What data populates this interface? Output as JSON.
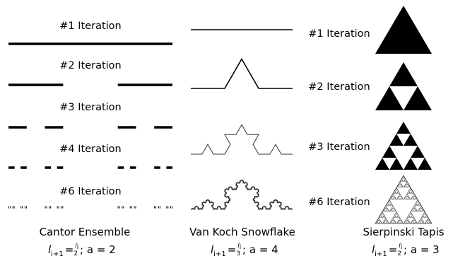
{
  "figure": {
    "columns": [
      {
        "name": "Cantor Ensemble",
        "formula": {
          "lhs": "l",
          "lhs_sub": "i+1",
          "eq": "=",
          "num": "l",
          "num_sub": "i",
          "den": "2",
          "tail": "; a = 2"
        },
        "iterations": [
          "#1 Iteration",
          "#2 Iteration",
          "#3 Iteration",
          "#4 Iteration",
          "#6 Iteration"
        ]
      },
      {
        "name": "Van Koch Snowflake",
        "formula": {
          "lhs": "l",
          "lhs_sub": "i+1",
          "eq": "=",
          "num": "l",
          "num_sub": "i",
          "den": "3",
          "tail": "; a = 4"
        },
        "iterations": [
          "#1 Iteration",
          "#2 Iteration",
          "#3 Iteration",
          "#6 Iteration"
        ]
      },
      {
        "name": "Sierpinski Tapis",
        "formula": {
          "lhs": "l",
          "lhs_sub": "i+1",
          "eq": "=",
          "num": "l",
          "num_sub": "i",
          "den": "2",
          "tail": "; a = 3"
        },
        "levels": [
          0,
          1,
          2,
          6
        ]
      }
    ],
    "colors": {
      "ink": "#000000",
      "background": "#ffffff"
    }
  }
}
